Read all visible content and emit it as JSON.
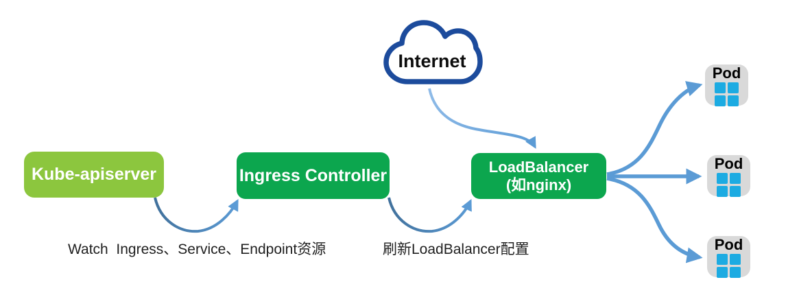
{
  "diagram": {
    "nodes": {
      "kube_apiserver": {
        "label": "Kube-apiserver",
        "color": "#8CC63E"
      },
      "ingress_controller": {
        "label": "Ingress Controller",
        "color": "#0CA64E"
      },
      "load_balancer": {
        "line1": "LoadBalancer",
        "line2": "(如nginx)",
        "color": "#0CA64E"
      },
      "internet": {
        "label": "Internet",
        "outline_color": "#1C4B9C"
      }
    },
    "pods": [
      {
        "label": "Pod"
      },
      {
        "label": "Pod"
      },
      {
        "label": "Pod"
      }
    ],
    "edge_labels": {
      "watch": "Watch  Ingress、Service、Endpoint资源",
      "refresh": "刷新LoadBalancer配置"
    },
    "icons": {
      "cloud": "cloud-icon",
      "pod_grid": "pod-grid-icon"
    },
    "colors": {
      "arrow_blue": "#5B9BD5",
      "arrow_blue_dark": "#41719C",
      "arrow_blue_light": "#8FBBE8",
      "pod_background": "#D9D9D9",
      "pod_icon_blue": "#1CABE2",
      "text_dark": "#1F1F1F"
    }
  }
}
